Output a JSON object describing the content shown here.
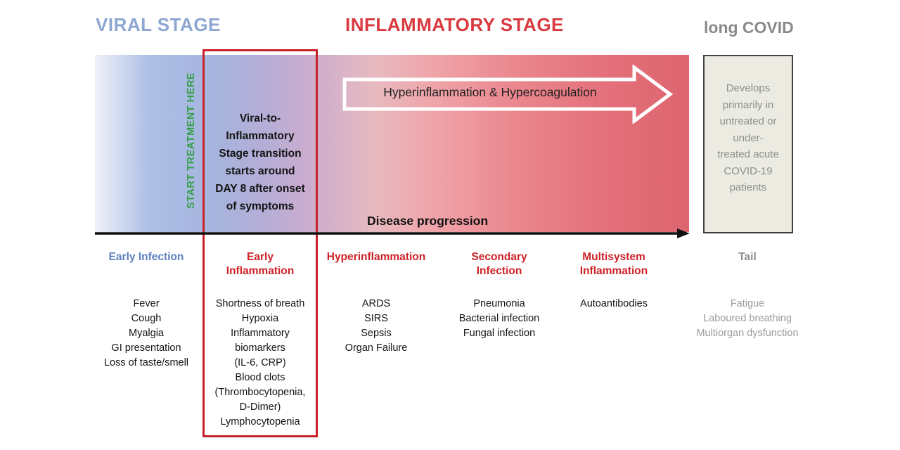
{
  "titles": {
    "viral_stage": "VIRAL STAGE",
    "inflammatory_stage": "INFLAMMATORY STAGE",
    "long_covid": "long COVID"
  },
  "timeline": {
    "treatment_marker": "START TREATMENT HERE",
    "transition_note": "Viral-to-\nInflammatory\nStage transition\nstarts around\nDAY 8 after onset\nof symptoms",
    "arrow_label": "Hyperinflammation & Hypercoagulation",
    "axis_label": "Disease progression"
  },
  "long_covid_box": {
    "text": "Develops\nprimarily in\nuntreated or\nunder-\ntreated acute\nCOVID-19\npatients"
  },
  "phases": [
    {
      "label": "Early Infection",
      "items": [
        "Fever",
        "Cough",
        "Myalgia",
        "GI presentation",
        "Loss of taste/smell"
      ]
    },
    {
      "label": "Early\nInflammation",
      "items": [
        "Shortness of breath",
        "Hypoxia",
        "Inflammatory\nbiomarkers\n(IL-6, CRP)",
        "Blood clots\n(Thrombocytopenia,\nD-Dimer)",
        "Lymphocytopenia"
      ]
    },
    {
      "label": "Hyperinflammation",
      "items": [
        "ARDS",
        "SIRS",
        "Sepsis",
        "Organ Failure"
      ]
    },
    {
      "label": "Secondary\nInfection",
      "items": [
        "Pneumonia",
        "Bacterial infection",
        "Fungal infection"
      ]
    },
    {
      "label": "Multisystem\nInflammation",
      "items": [
        "Autoantibodies"
      ]
    },
    {
      "label": "Tail",
      "items": [
        "Fatigue",
        "Laboured breathing",
        "Multiorgan dysfunction"
      ]
    }
  ],
  "colors": {
    "viral_blue": "#8DA6D2",
    "inflammatory_red": "#D9393F",
    "header_blue": "#5C80C0",
    "header_red": "#CE2127",
    "gray": "#8E8E8E",
    "treatment_green": "#35A04A",
    "box_red": "#C8202A",
    "band_blue_end": "#A6B4DD",
    "band_red_end": "#DE656F"
  }
}
